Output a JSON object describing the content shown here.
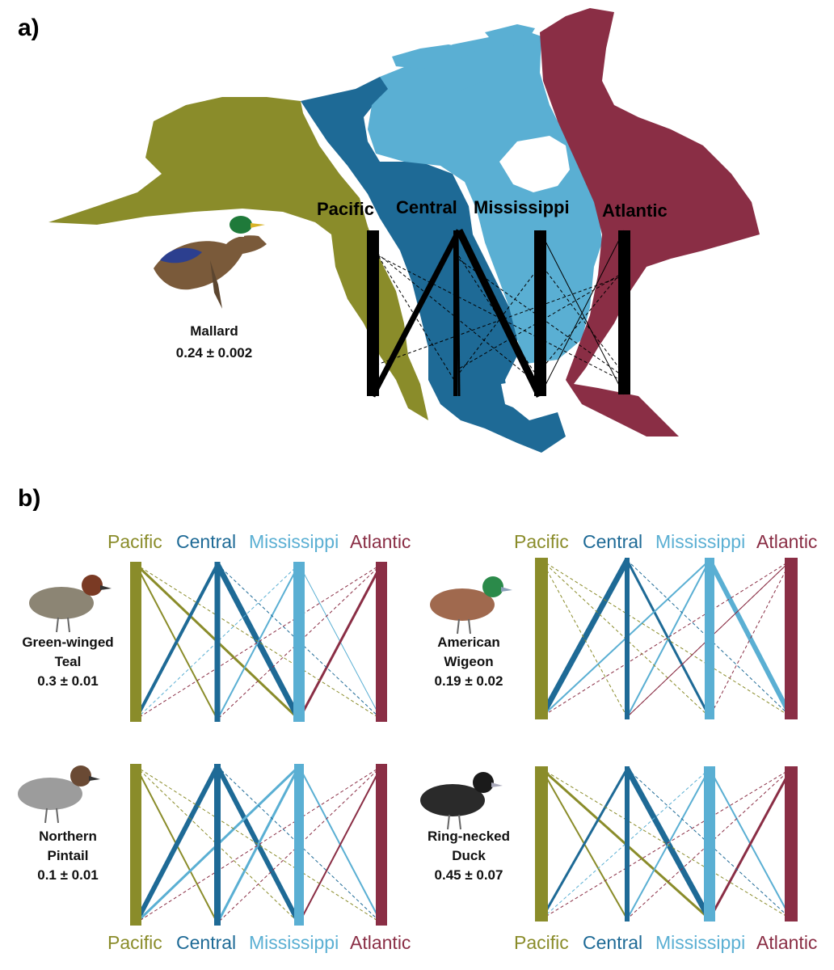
{
  "panel_a_label": "a)",
  "panel_b_label": "b)",
  "colors": {
    "pacific": "#8a8c2a",
    "central": "#1e6a96",
    "mississippi": "#5aafd3",
    "atlantic": "#8a2e45"
  },
  "flyways": [
    "Pacific",
    "Central",
    "Mississippi",
    "Atlantic"
  ],
  "map": {
    "species": "Mallard",
    "value": "0.24 ± 0.002"
  },
  "bottom_labels": [
    "Pacific",
    "Central",
    "Mississippi",
    "Atlantic"
  ],
  "panels": [
    {
      "species_lines": [
        "Green-winged",
        "Teal"
      ],
      "value": "0.3 ± 0.01",
      "icon": "green-winged-teal-icon"
    },
    {
      "species_lines": [
        "American",
        "Wigeon"
      ],
      "value": "0.19 ± 0.02",
      "icon": "american-wigeon-icon"
    },
    {
      "species_lines": [
        "Northern",
        "Pintail"
      ],
      "value": "0.1 ± 0.01",
      "icon": "northern-pintail-icon"
    },
    {
      "species_lines": [
        "Ring-necked",
        "Duck"
      ],
      "value": "0.45 ± 0.07",
      "icon": "ring-necked-duck-icon"
    }
  ]
}
